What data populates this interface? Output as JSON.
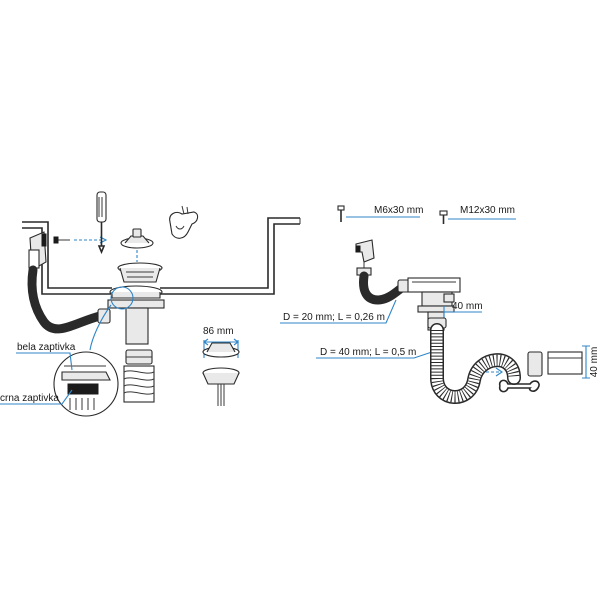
{
  "labels": {
    "screw_m6": "M6x30 mm",
    "screw_m12": "M12x30 mm",
    "strainer_width": "86 mm",
    "hose_small": "D = 20 mm; L = 0,26 m",
    "hose_large": "D = 40 mm; L = 0,5 m",
    "outlet_width": "40 mm",
    "vertical_dim": "40 mm",
    "white_gasket": "bela zaptivka",
    "black_gasket": "crna zaptivka"
  },
  "colors": {
    "callout_line": "#2f86c9",
    "line_art": "#2a2a2a",
    "part_fill": "#e9e9e9",
    "gasket_dark": "#1b1b1b"
  },
  "icons": [
    "screwdriver-icon",
    "hand-icon",
    "screw-icon",
    "arrow-icon"
  ]
}
